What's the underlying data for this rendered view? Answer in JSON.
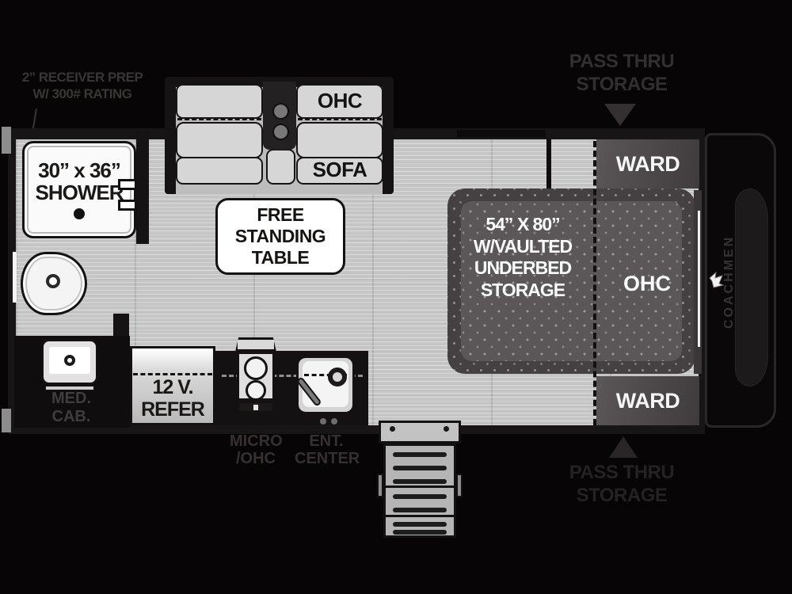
{
  "colors": {
    "background": "#070505",
    "wall": "#181516",
    "floor": "#c6c6c6",
    "bed": "#454142",
    "ward": "#4e4a4b",
    "accent_white": "#f8f8f8"
  },
  "exterior": {
    "receiver_prep": [
      "2” RECEIVER PREP",
      "W/ 300# RATING"
    ],
    "pass_thru_top": [
      "PASS THRU",
      "STORAGE"
    ],
    "pass_thru_bottom": [
      "PASS THRU",
      "STORAGE"
    ],
    "brand": "COACHMEN"
  },
  "bathroom": {
    "shower": [
      "30” x 36”",
      "SHOWER"
    ],
    "med_cab": [
      "MED.",
      "CAB."
    ]
  },
  "living": {
    "sofa_ohc": "OHC",
    "sofa": "SOFA",
    "table": [
      "FREE",
      "STANDING",
      "TABLE"
    ]
  },
  "kitchen": {
    "refer": [
      "12 V.",
      "REFER"
    ],
    "micro": [
      "MICRO",
      "/OHC"
    ],
    "ent_center": [
      "ENT.",
      "CENTER"
    ]
  },
  "bedroom": {
    "bed": [
      "54” X 80”",
      "W/VAULTED",
      "UNDERBED",
      "STORAGE"
    ],
    "bed_ohc": "OHC",
    "ward_top": "WARD",
    "ward_bottom": "WARD"
  }
}
